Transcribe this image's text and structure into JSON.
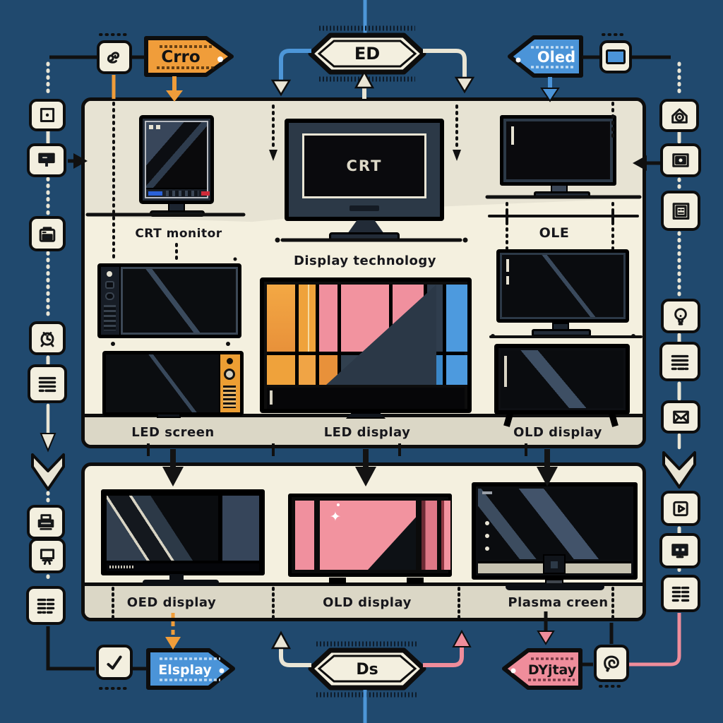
{
  "tags": {
    "top_left": {
      "label": "Crro",
      "color": "#f09d3a"
    },
    "top_center": {
      "label": "ED",
      "color": "#f3efdf"
    },
    "top_right": {
      "label": "Oled",
      "color": "#4b94d8"
    },
    "bottom_left": {
      "label": "Elsplay",
      "color": "#4b94d8"
    },
    "bottom_center": {
      "label": "Ds",
      "color": "#f3efdf"
    },
    "bottom_right": {
      "label": "DYjtay",
      "color": "#ef8d9b"
    }
  },
  "top_panel": {
    "screen_text": "CRT",
    "row1": [
      {
        "label": "CRT monitor"
      },
      {
        "label": "Display technology"
      },
      {
        "label": "OLE"
      }
    ],
    "row2": [
      "LED screen",
      "LED display",
      "OLD display"
    ]
  },
  "bottom_panel": {
    "labels": [
      "OED display",
      "OLD display",
      "Plasma creen"
    ]
  },
  "icons": {
    "top_left": "doodle-scribble-icon",
    "top_right": "blue-monitor-icon",
    "bottom_left": "checkmark-icon",
    "bottom_right": "p-spiral-icon",
    "left_column": [
      "square-dot-icon",
      "signboard-icon",
      "appliance-icon",
      "alarm-clock-icon",
      "document-lines-icon",
      "chevron-down-arrow",
      "printer-icon",
      "presentation-board-icon",
      "table-grid-icon"
    ],
    "right_column": [
      "house-icon",
      "picture-frame-icon",
      "document-frame-icon",
      "lightbulb-icon",
      "document-lines-icon",
      "envelope-icon",
      "chevron-down-arrow",
      "play-video-icon",
      "tv-face-icon",
      "table-grid-icon"
    ]
  },
  "colors": {
    "background": "#20496e",
    "panel": "#f4f0df",
    "panel_band": "#e7e3d3",
    "panel_strip": "#dbd7c6",
    "orange": "#f09d3a",
    "blue": "#4b94d8",
    "pink": "#ef8d9b",
    "slate": "#2c3947",
    "cream": "#e9e5d5"
  }
}
